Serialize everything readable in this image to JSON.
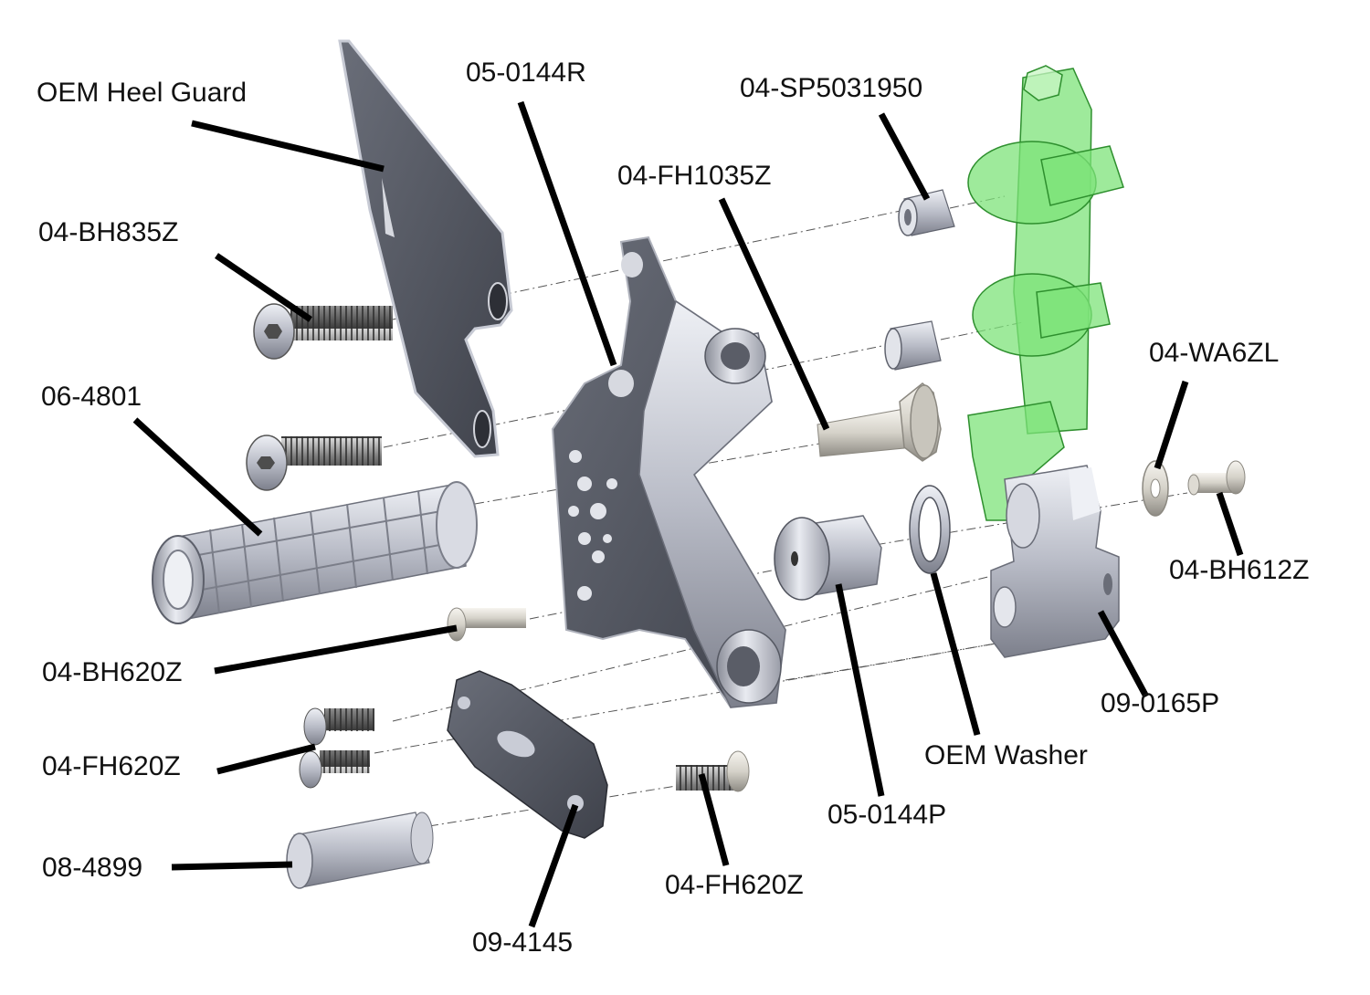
{
  "labels": {
    "oem_heel_guard": "OEM Heel Guard",
    "p05_0144R": "05-0144R",
    "p04_SP5031950": "04-SP5031950",
    "p04_FH1035Z": "04-FH1035Z",
    "p04_BH835Z": "04-BH835Z",
    "p06_4801": "06-4801",
    "p04_WA6ZL": "04-WA6ZL",
    "p04_BH612Z": "04-BH612Z",
    "p04_BH620Z": "04-BH620Z",
    "p09_0165P": "09-0165P",
    "oem_washer": "OEM Washer",
    "p04_FH620Z_left": "04-FH620Z",
    "p05_0144P": "05-0144P",
    "p08_4899": "08-4899",
    "p04_FH620Z_bottom": "04-FH620Z",
    "p09_4145": "09-4145"
  },
  "colors": {
    "leader": "#000000",
    "metal_dark": "#5f636e",
    "metal_light": "#c9ccd6",
    "oem_transparent_green": "#6fe36f"
  }
}
